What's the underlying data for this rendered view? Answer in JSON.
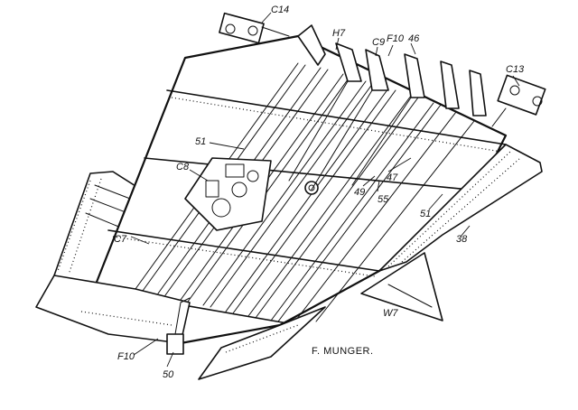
{
  "references": {
    "c14": "C14",
    "h7": "H7",
    "c9": "C9",
    "f10_top": "F10",
    "r46": "46",
    "c13": "C13",
    "r51_left": "51",
    "c8": "C8",
    "r47": "47",
    "r49": "49",
    "r55": "55",
    "r51_right": "51",
    "c7": "C7",
    "r38": "38",
    "w7": "W7",
    "f10_bottom": "F10",
    "r50": "50"
  },
  "signature": "F. MUNGER."
}
